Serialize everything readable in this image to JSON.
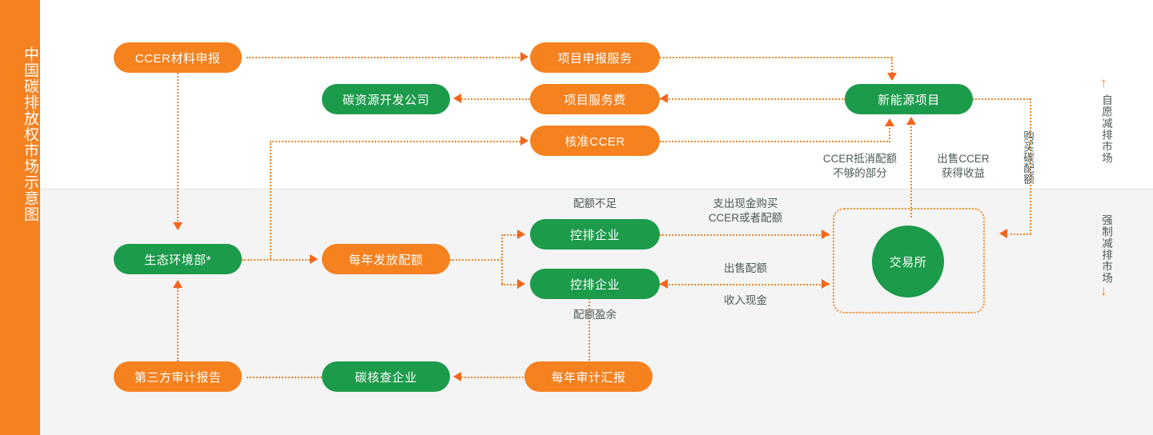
{
  "rail": {
    "title": "中国碳排放权市场示意图"
  },
  "colors": {
    "orange": "#f5811f",
    "green": "#1c9b4b",
    "connector": "#f0862a",
    "arrow": "#f4661b",
    "label_text": "#4c5a57",
    "band_top": "#ffffff",
    "band_bottom": "#f4f4f4"
  },
  "nodes": {
    "ccer_material": "CCER材料申报",
    "project_declare_service": "项目申报服务",
    "carbon_dev_company": "碳资源开发公司",
    "project_service_fee": "项目服务费",
    "approve_ccer": "核准CCER",
    "new_energy_project": "新能源项目",
    "ministry_env": "生态环境部*",
    "annual_quota": "每年发放配额",
    "controlled_enterprise_1": "控排企业",
    "controlled_enterprise_2": "控排企业",
    "exchange": "交易所",
    "third_party_audit_report": "第三方审计报告",
    "carbon_verification_company": "碳核查企业",
    "annual_audit_report": "每年审计汇报"
  },
  "labels": {
    "quota_shortage": "配额不足",
    "quota_surplus": "配额盈余",
    "ccer_offset_shortfall": "CCER抵消配额\n不够的部分",
    "sell_ccer_income": "出售CCER\n获得收益",
    "pay_cash_buy": "支出现金购买\nCCER或者配额",
    "sell_quota": "出售配额",
    "cash_income": "收入现金",
    "buy_carbon_quota": "购买碳配额"
  },
  "markets": {
    "voluntary": "自愿减排市场",
    "voluntary_arrow": "↑",
    "mandatory": "强制减排市场",
    "mandatory_arrow": "↓"
  }
}
